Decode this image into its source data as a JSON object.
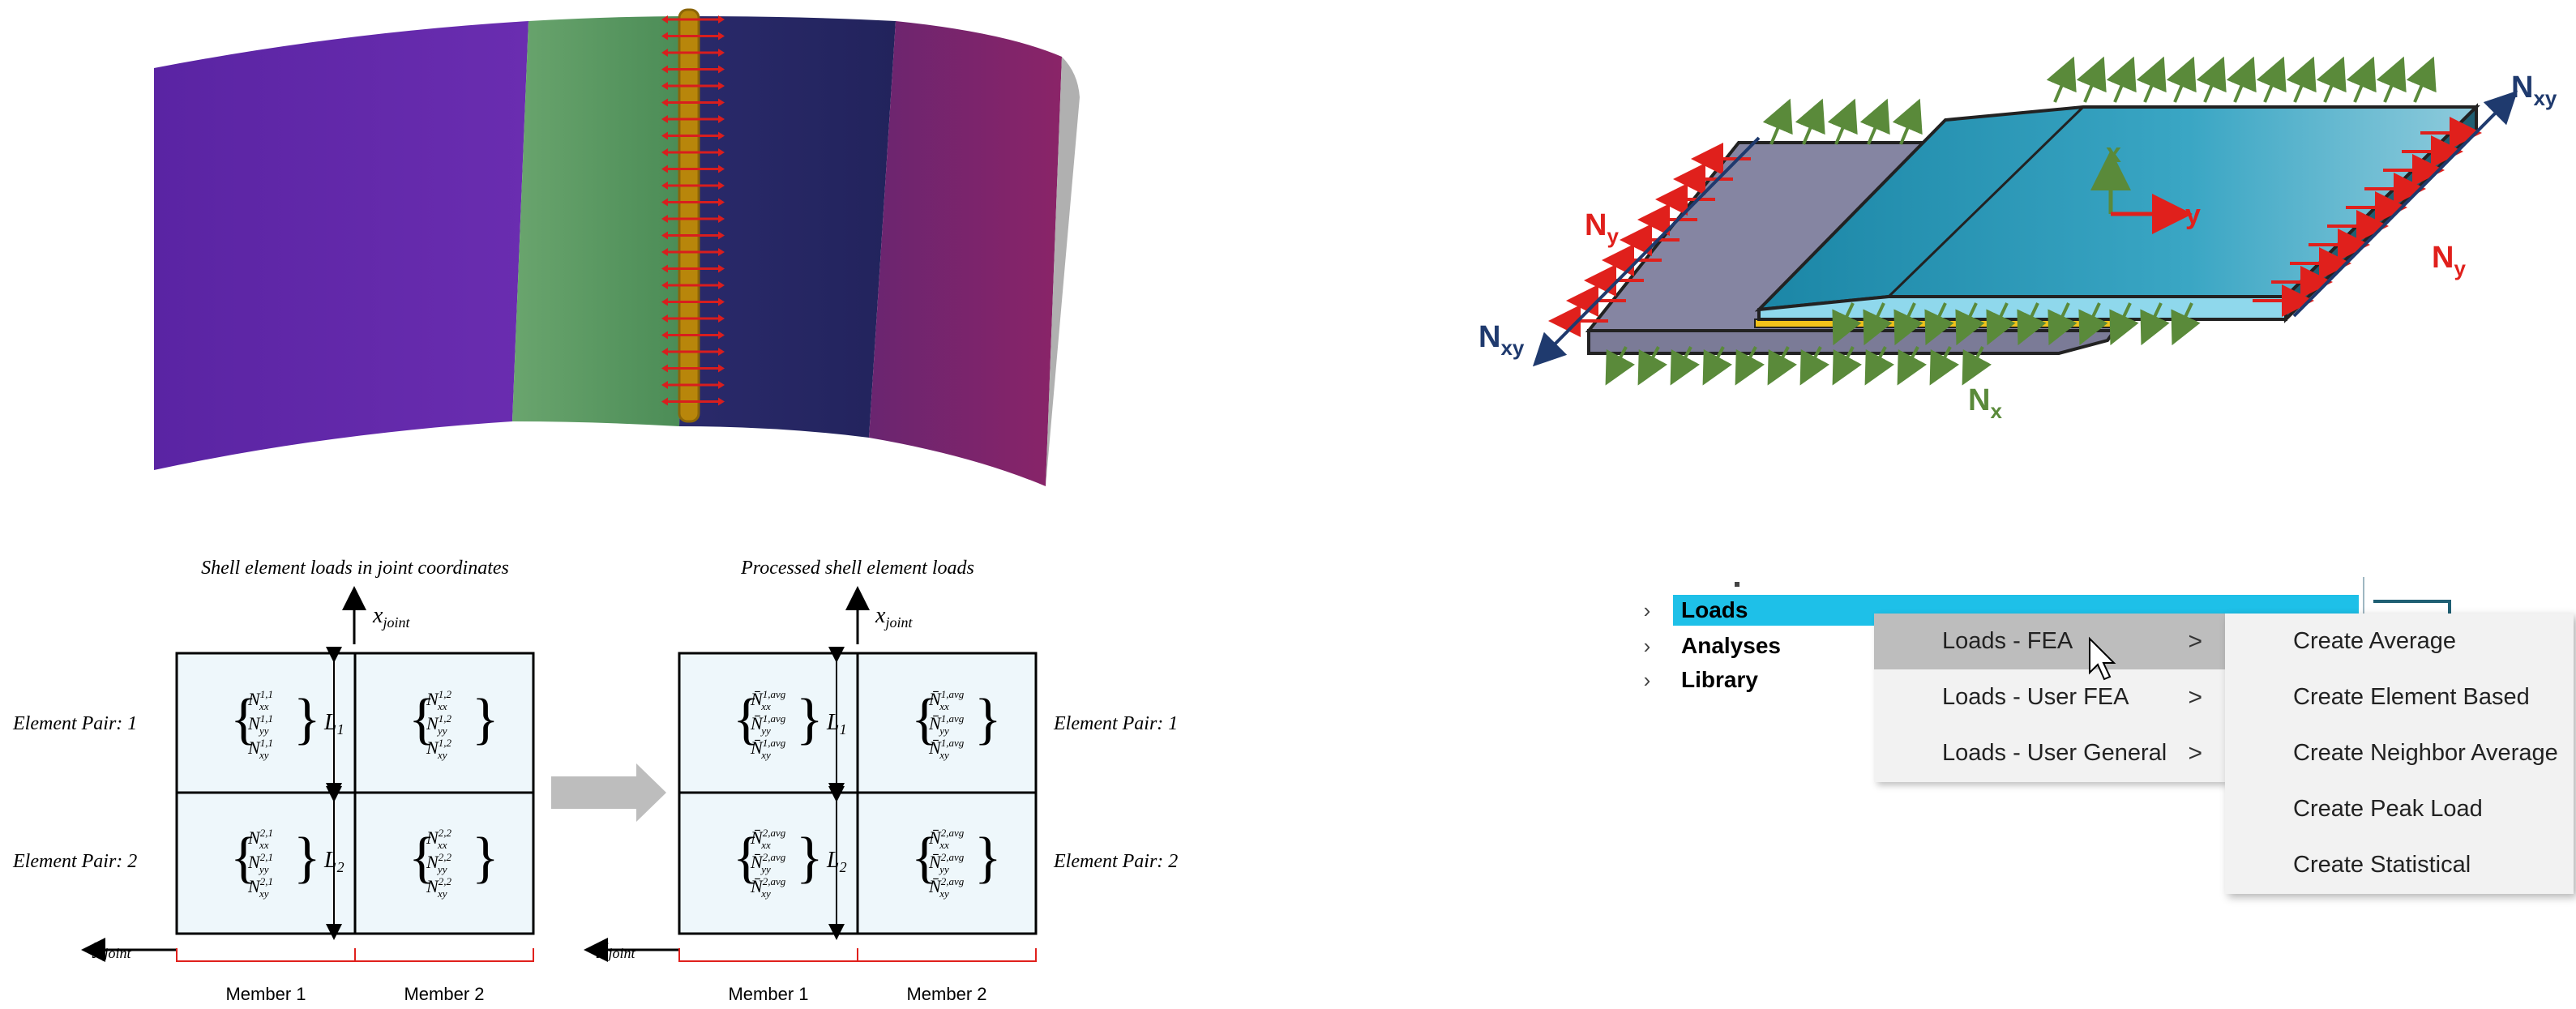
{
  "diagram_fea": {
    "label_nxy_left": "N",
    "label_nxy_left_sub": "xy",
    "label_nxy_right": "N",
    "label_nxy_right_sub": "xy",
    "label_ny_left": "N",
    "label_ny_left_sub": "y",
    "label_ny_right": "N",
    "label_ny_right_sub": "y",
    "label_nx": "N",
    "label_nx_sub": "x",
    "axis_x": "x",
    "axis_y": "y",
    "colors": {
      "nxy": "#1f3a6e",
      "ny": "#e0201c",
      "nx": "#5a8a3a"
    }
  },
  "diagram_left": {
    "title": "Shell element loads in joint coordinates",
    "x_axis": "x",
    "x_axis_sub": "joint",
    "y_axis": "y",
    "y_axis_sub": "joint",
    "pair1": "Element Pair: 1",
    "pair2": "Element Pair: 2",
    "L1": "L",
    "L1_sub": "1",
    "L2": "L",
    "L2_sub": "2",
    "member1": "Member 1",
    "member2": "Member 2",
    "cells": [
      [
        "N",
        "xx",
        "1,1",
        "N",
        "yy",
        "1,1",
        "N",
        "xy",
        "1,1"
      ],
      [
        "N",
        "xx",
        "1,2",
        "N",
        "yy",
        "1,2",
        "N",
        "xy",
        "1,2"
      ],
      [
        "N",
        "xx",
        "2,1",
        "N",
        "yy",
        "2,1",
        "N",
        "xy",
        "2,1"
      ],
      [
        "N",
        "xx",
        "2,2",
        "N",
        "yy",
        "2,2",
        "N",
        "xy",
        "2,2"
      ]
    ]
  },
  "diagram_right": {
    "title": "Processed shell element loads",
    "x_axis": "x",
    "x_axis_sub": "joint",
    "y_axis": "y",
    "y_axis_sub": "joint",
    "pair1": "Element Pair: 1",
    "pair2": "Element Pair: 2",
    "L1": "L",
    "L1_sub": "1",
    "L2": "L",
    "L2_sub": "2",
    "member1": "Member 1",
    "member2": "Member 2",
    "cells": [
      [
        "N̄",
        "xx",
        "1,avg",
        "N̄",
        "yy",
        "1,avg",
        "N̄",
        "xy",
        "1,avg"
      ],
      [
        "N̄",
        "xx",
        "1,avg",
        "N̄",
        "yy",
        "1,avg",
        "N̄",
        "xy",
        "1,avg"
      ],
      [
        "N̄",
        "xx",
        "2,avg",
        "N̄",
        "yy",
        "2,avg",
        "N̄",
        "xy",
        "2,avg"
      ],
      [
        "N̄",
        "xx",
        "2,avg",
        "N̄",
        "yy",
        "2,avg",
        "N̄",
        "xy",
        "2,avg"
      ]
    ]
  },
  "menu": {
    "tree": [
      {
        "label": "Loads",
        "selected": true
      },
      {
        "label": "Analyses",
        "selected": false
      },
      {
        "label": "Library",
        "selected": false
      }
    ],
    "submenu1": [
      "Loads - FEA",
      "Loads - User FEA",
      "Loads - User General"
    ],
    "submenu2": [
      "Create Average",
      "Create Element Based",
      "Create Neighbor Average",
      "Create Peak Load",
      "Create Statistical"
    ],
    "chevron": ">",
    "tree_arrow": "›",
    "selection_color": "#1ec0e8"
  }
}
